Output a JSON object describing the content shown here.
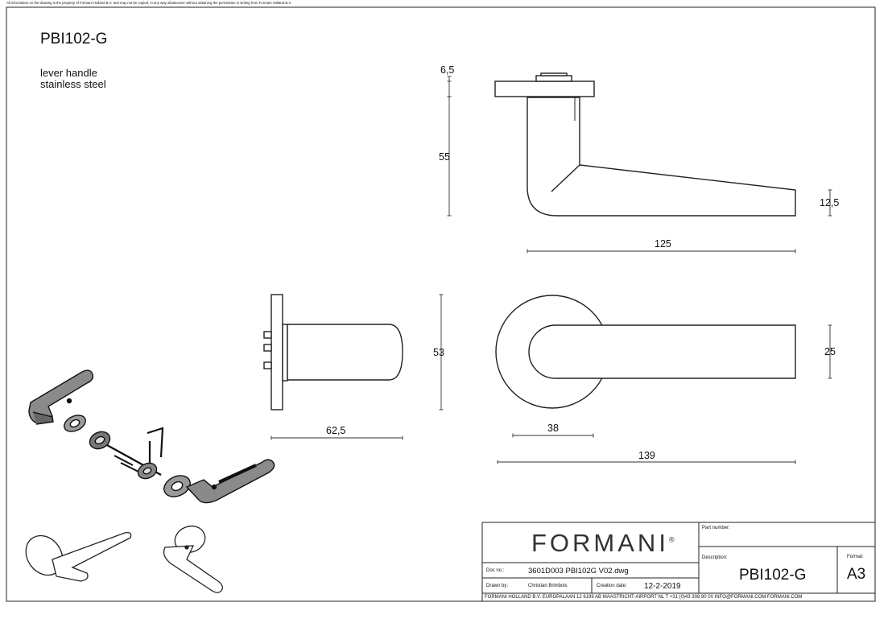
{
  "notice": "All information on the drawing is the property of Formani Holland B.V. and may not be copied, in any way whatsoever without obtaining the permission in writing from Formani Holland B.V",
  "product_code": "PBI102-G",
  "subtitle": [
    "lever handle",
    "stainless steel"
  ],
  "dimensions": {
    "rose_thickness": "6,5",
    "handle_height": "55",
    "lever_thickness": "12,5",
    "lever_length": "125",
    "rose_diameter": "53",
    "depth": "62,5",
    "lever_width": "25",
    "offset": "38",
    "overall_length": "139"
  },
  "title_block": {
    "brand": "FORMANI",
    "brand_mark": "®",
    "part_number_label": "Part number:",
    "part_number_value": "",
    "doc_no_label": "Doc no.:",
    "doc_no_value": "3601D003 PBI102G V02.dwg",
    "drawn_by_label": "Drawn by:",
    "drawn_by_value": "Christian Brimbols",
    "creation_date_label": "Creation date:",
    "creation_date_value": "12-2-2019",
    "description_label": "Description:",
    "description_value": "PBI102-G",
    "format_label": "Format:",
    "format_value": "A3",
    "footer": "FORMANI HOLLAND B.V.  EUROPALAAN 12  6199 AB MAASTRICHT-AIRPORT NL  T +31 (0)43 308 90 00 INFO@FORMANI.COM FORMANI.COM"
  }
}
